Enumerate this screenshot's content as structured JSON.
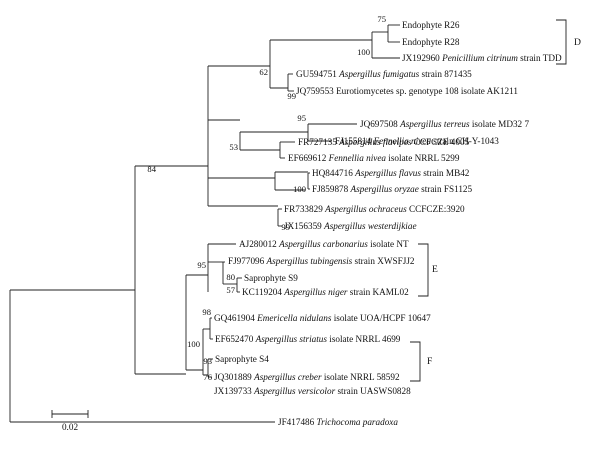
{
  "taxa": {
    "t1": [
      {
        "t": "Endophyte R26",
        "i": false
      }
    ],
    "t2": [
      {
        "t": "Endophyte R28",
        "i": false
      }
    ],
    "t3": [
      {
        "t": "JX192960 ",
        "i": false
      },
      {
        "t": "Penicillium citrinum",
        "i": true
      },
      {
        "t": " strain TDD",
        "i": false
      }
    ],
    "t4": [
      {
        "t": "GU594751 ",
        "i": false
      },
      {
        "t": "Aspergillus fumigatus",
        "i": true
      },
      {
        "t": " strain 871435",
        "i": false
      }
    ],
    "t5": [
      {
        "t": "JQ759553 Eurotiomycetes sp. genotype 108 isolate AK1211",
        "i": false
      }
    ],
    "t6": [
      {
        "t": "JQ697508 ",
        "i": false
      },
      {
        "t": "Aspergillus terreus",
        "i": true
      },
      {
        "t": " isolate MD32 7",
        "i": false
      }
    ],
    "t7": [
      {
        "t": "FJ155814 ",
        "i": false
      },
      {
        "t": "Fennellia nivea",
        "i": true
      },
      {
        "t": " strain CH-Y-1043",
        "i": false
      }
    ],
    "t8": [
      {
        "t": "FR727135 ",
        "i": false
      },
      {
        "t": "Aspergillus flavipes",
        "i": true
      },
      {
        "t": " CCFCZE 4005",
        "i": false
      }
    ],
    "t9": [
      {
        "t": "EF669612 ",
        "i": false
      },
      {
        "t": "Fennellia nivea",
        "i": true
      },
      {
        "t": " isolate NRRL 5299",
        "i": false
      }
    ],
    "t10": [
      {
        "t": "HQ844716 ",
        "i": false
      },
      {
        "t": "Aspergillus flavus",
        "i": true
      },
      {
        "t": " strain MB42",
        "i": false
      }
    ],
    "t11": [
      {
        "t": "FJ859878 ",
        "i": false
      },
      {
        "t": "Aspergillus oryzae",
        "i": true
      },
      {
        "t": " strain FS1125",
        "i": false
      }
    ],
    "t12": [
      {
        "t": "FR733829 ",
        "i": false
      },
      {
        "t": "Aspergillus ochraceus",
        "i": true
      },
      {
        "t": " CCFCZE:3920",
        "i": false
      }
    ],
    "t13": [
      {
        "t": "JX156359 ",
        "i": false
      },
      {
        "t": "Aspergillus westerdijkiae",
        "i": true
      }
    ],
    "t14": [
      {
        "t": "AJ280012 ",
        "i": false
      },
      {
        "t": "Aspergillus carbonarius",
        "i": true
      },
      {
        "t": " isolate NT",
        "i": false
      }
    ],
    "t15": [
      {
        "t": "FJ977096 ",
        "i": false
      },
      {
        "t": "Aspergillus tubingensis",
        "i": true
      },
      {
        "t": " strain XWSFJJ2",
        "i": false
      }
    ],
    "t16": [
      {
        "t": "Saprophyte S9",
        "i": false
      }
    ],
    "t17": [
      {
        "t": "KC119204 ",
        "i": false
      },
      {
        "t": "Aspergillus niger",
        "i": true
      },
      {
        "t": " strain KAML02",
        "i": false
      }
    ],
    "t18": [
      {
        "t": "GQ461904 ",
        "i": false
      },
      {
        "t": "Emericella nidulans",
        "i": true
      },
      {
        "t": " isolate UOA/HCPF 10647",
        "i": false
      }
    ],
    "t19": [
      {
        "t": "EF652470 ",
        "i": false
      },
      {
        "t": "Aspergillus striatus",
        "i": true
      },
      {
        "t": " isolate NRRL 4699",
        "i": false
      }
    ],
    "t20": [
      {
        "t": "Saprophyte S4",
        "i": false
      }
    ],
    "t21": [
      {
        "t": "JQ301889 ",
        "i": false
      },
      {
        "t": "Aspergillus creber",
        "i": true
      },
      {
        "t": " isolate NRRL 58592",
        "i": false
      }
    ],
    "t22": [
      {
        "t": "JX139733 ",
        "i": false
      },
      {
        "t": "Aspergillus versicolor",
        "i": true
      },
      {
        "t": " strain UASWS0828",
        "i": false
      }
    ],
    "t23": [
      {
        "t": "JF417486 ",
        "i": false
      },
      {
        "t": "Trichocoma paradoxa",
        "i": true
      }
    ]
  },
  "bootstrap": {
    "b75": "75",
    "b100a": "100",
    "b62": "62",
    "b99a": "99",
    "b95a": "95",
    "b53": "53",
    "b100b": "100",
    "b99b": "99",
    "b84": "84",
    "b95b": "95",
    "b80": "80",
    "b57": "57",
    "b98": "98",
    "b100c": "100",
    "b93": "93",
    "b76": "76"
  },
  "clades": {
    "D": "D",
    "E": "E",
    "F": "F"
  },
  "scale_bar": {
    "label": "0.02"
  }
}
